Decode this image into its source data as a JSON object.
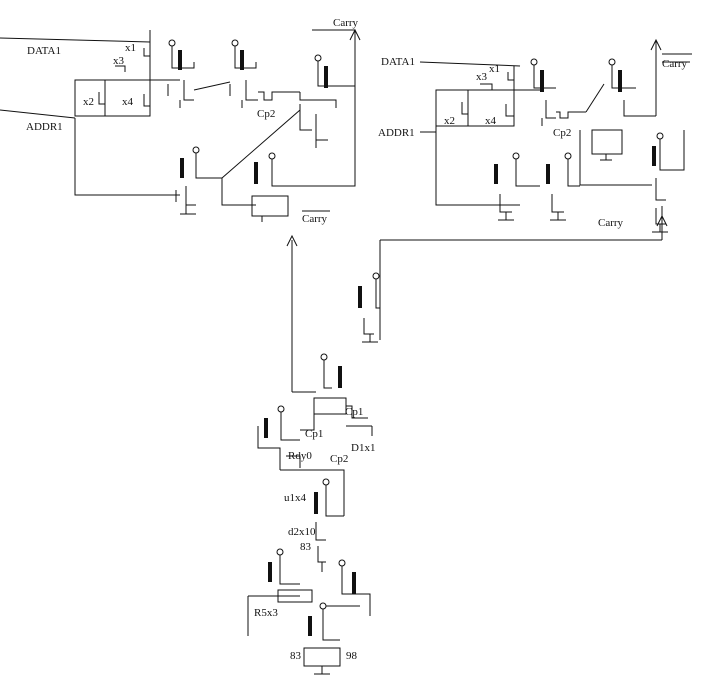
{
  "labels": {
    "data_left": "DATA1",
    "addr_left": "ADDR1",
    "carry_top_left": "Carry",
    "carry_bar_left": "Carry",
    "x1_left": "x1",
    "x2_left": "x2",
    "x3_left": "x3",
    "x4_left": "x4",
    "cp2_left": "Cp2",
    "data_right": "DATA1",
    "addr_right": "ADDR1",
    "carry_bar_right": "Carry",
    "carry_right": "Carry",
    "x1_right": "x1",
    "x2_right": "x2",
    "x3_right": "x3",
    "x4_right": "x4",
    "cp2_right": "Cp2",
    "cp1_a": "Cp1",
    "cp1_b": "Cp1",
    "d1x1": "D1x1",
    "rdy0": "Rdy0",
    "cp2_mid": "Cp2",
    "u1x4": "u1x4",
    "d2x10": "d2x10",
    "n83_a": "83",
    "r5x3": "R5x3",
    "n83_b": "83",
    "n98": "98"
  }
}
